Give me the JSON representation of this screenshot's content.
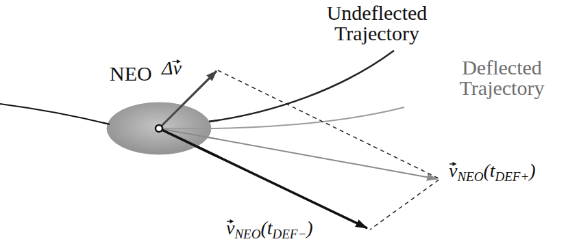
{
  "diagram": {
    "nodes": [
      {
        "text": [
          "NEO"
        ]
      }
    ],
    "labels": [
      "Undeflected Trajectory",
      "Δv",
      "Deflected Trajectory",
      "v",
      "NEO",
      "(t",
      "DEF+",
      ")",
      "v",
      "NEO",
      "(t",
      "DEF−",
      ")"
    ]
  }
}
